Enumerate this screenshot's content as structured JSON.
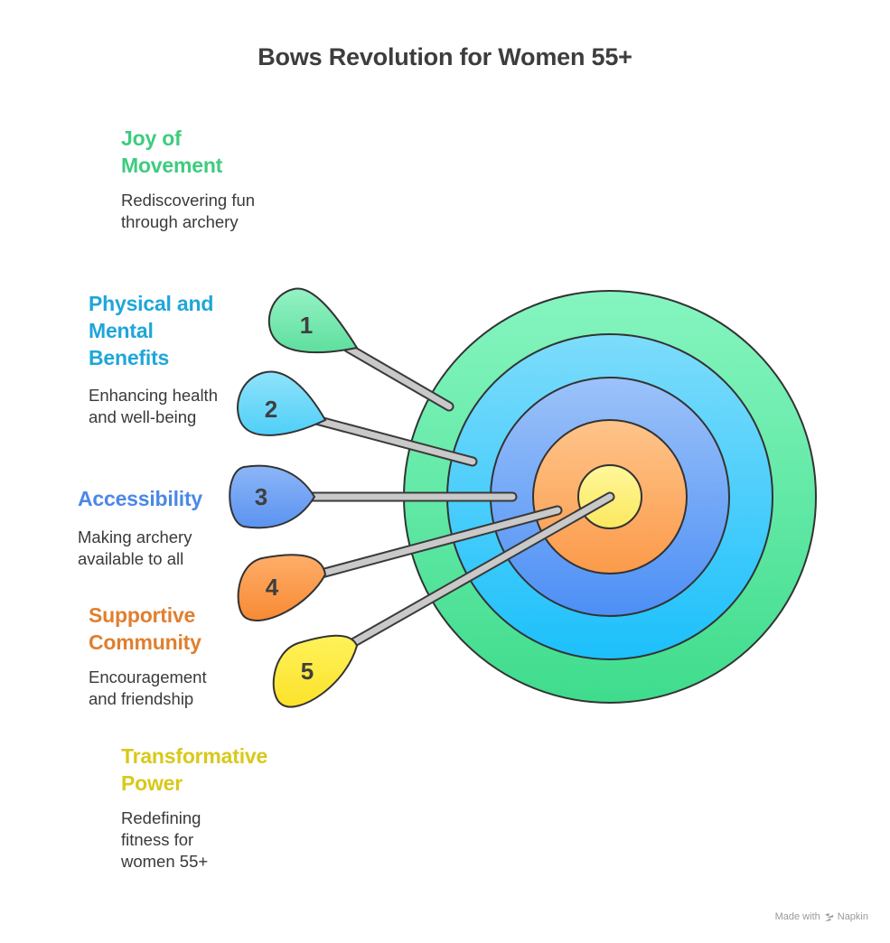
{
  "title": "Bows Revolution for Women 55+",
  "items": [
    {
      "number": "1",
      "title": "Joy of Movement",
      "description": "Rediscovering fun through archery",
      "color": "#3dcc7e"
    },
    {
      "number": "2",
      "title": "Physical and Mental Benefits",
      "description": "Enhancing health and well-being",
      "color": "#1fa6d9"
    },
    {
      "number": "3",
      "title": "Accessibility",
      "description": "Making archery available to all",
      "color": "#4b88e6"
    },
    {
      "number": "4",
      "title": "Supportive Community",
      "description": "Encouragement and friendship",
      "color": "#e07f2f"
    },
    {
      "number": "5",
      "title": "Transformative Power",
      "description": "Redefining fitness for women 55+",
      "color": "#d8c91a"
    }
  ],
  "footer": {
    "made_with": "Made with",
    "brand": "Napkin"
  }
}
